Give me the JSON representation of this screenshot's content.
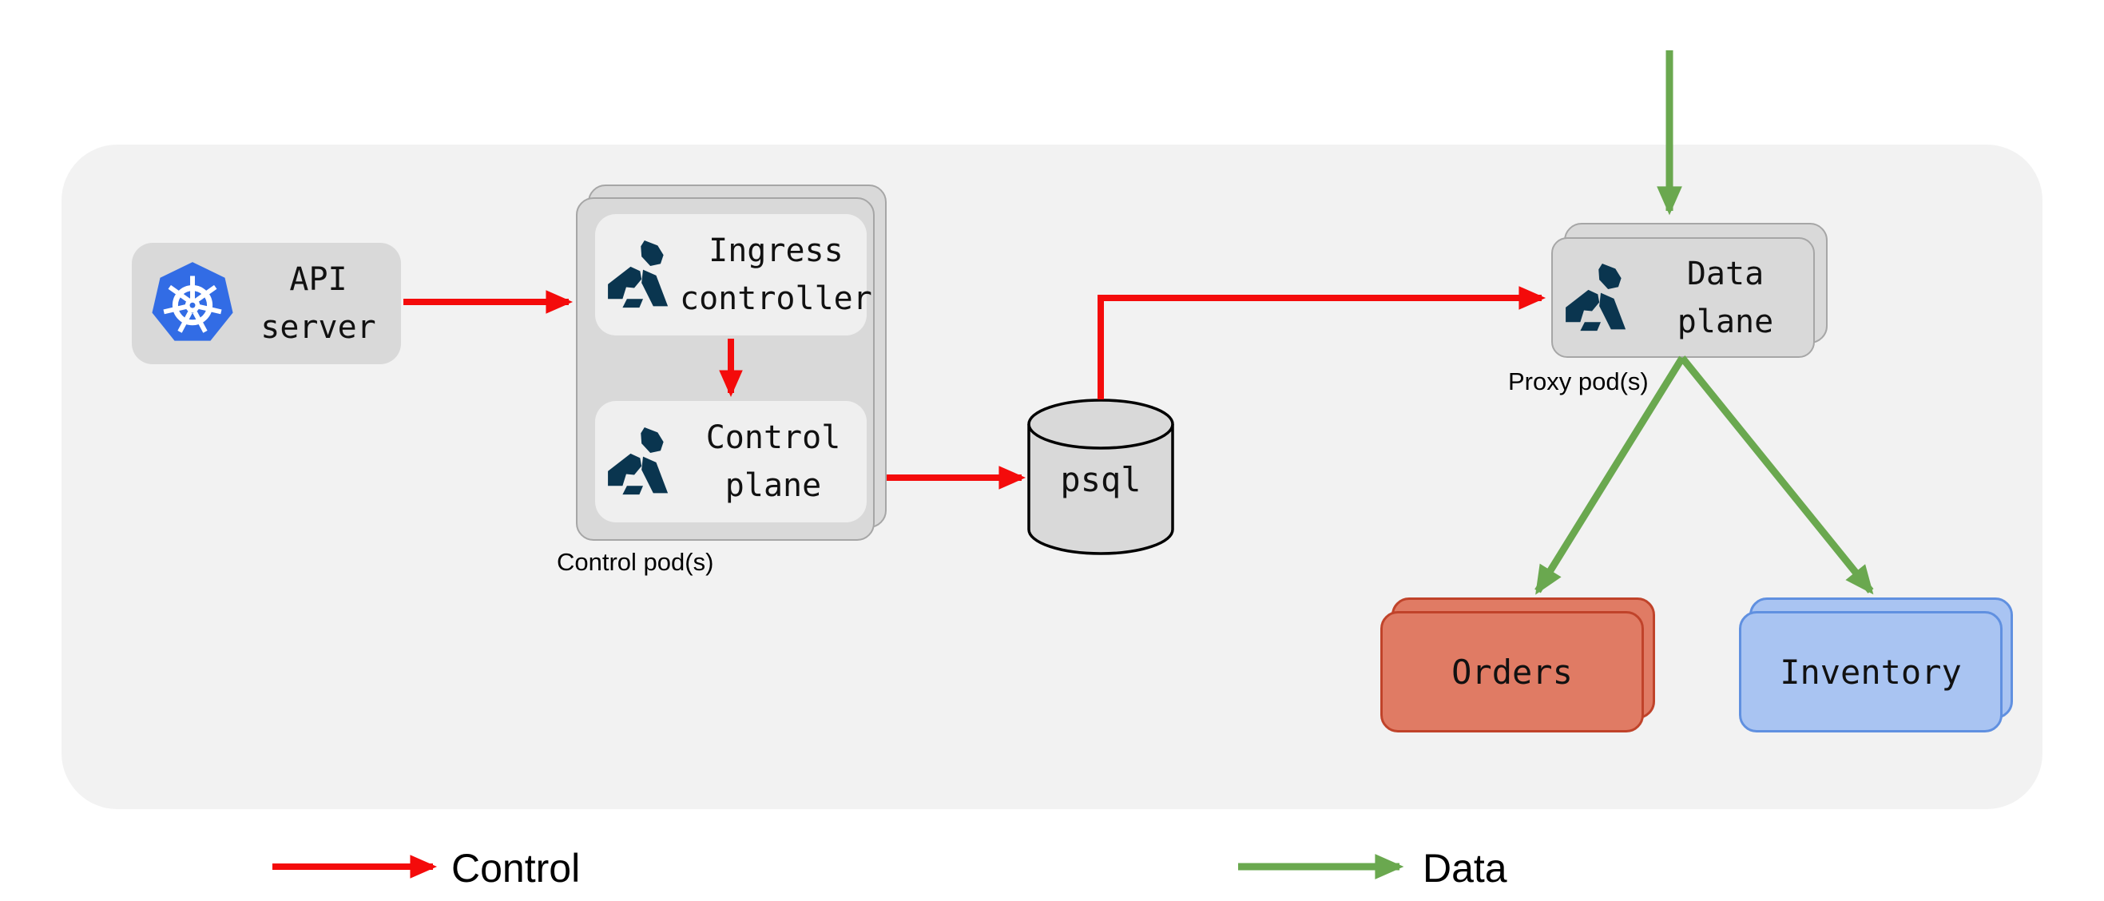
{
  "diagram": {
    "nodes": {
      "api_server": {
        "label": "API server",
        "icon": "kubernetes-icon"
      },
      "ingress_controller": {
        "label": "Ingress controller",
        "icon": "kong-icon"
      },
      "control_plane": {
        "label": "Control plane",
        "icon": "kong-icon"
      },
      "psql": {
        "label": "psql",
        "icon": "database-cylinder-icon"
      },
      "data_plane": {
        "label": "Data plane",
        "icon": "kong-icon"
      },
      "orders": {
        "label": "Orders"
      },
      "inventory": {
        "label": "Inventory"
      }
    },
    "group_labels": {
      "control_pods": "Control pod(s)",
      "proxy_pods": "Proxy pod(s)"
    },
    "legend": {
      "control": {
        "label": "Control"
      },
      "data": {
        "label": "Data"
      }
    },
    "colors": {
      "control_arrow": "#f40b0b",
      "data_arrow": "#6aa84f",
      "canvas_bg": "#f2f2f2",
      "node_gray": "#d9d9d9",
      "inner_gray": "#efefef",
      "stack_border": "#a6a6a6",
      "kong_navy": "#0a354f",
      "kubernetes_blue": "#326ce5",
      "orders_fill": "#e07b64",
      "orders_border": "#c0432a",
      "inventory_fill": "#a9c4f2",
      "inventory_border": "#6090e0",
      "cylinder_stroke": "#000000"
    }
  }
}
